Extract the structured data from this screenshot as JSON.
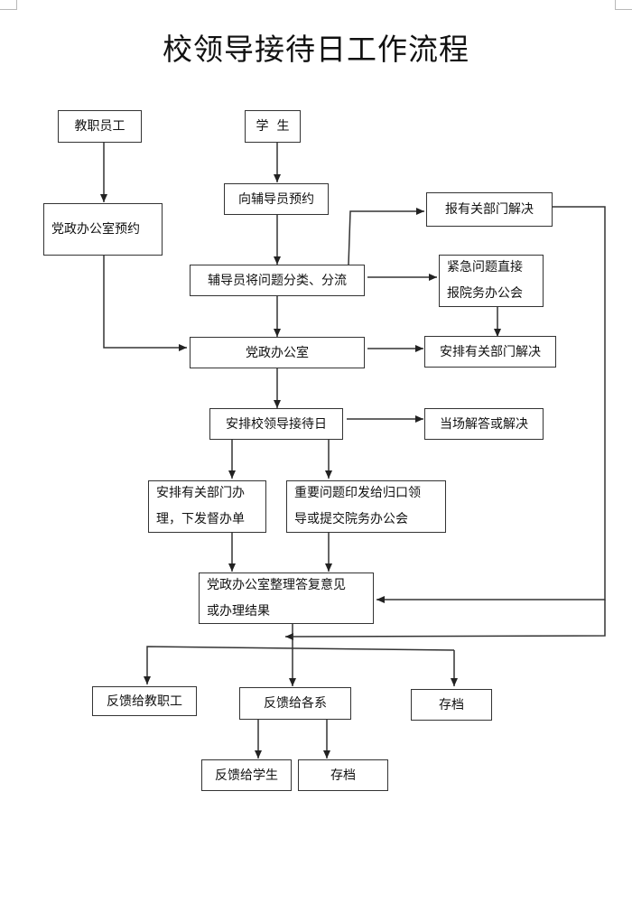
{
  "title": "校领导接待日工作流程",
  "nodes": {
    "staff": "教职员工",
    "student": "学  生",
    "office_appointment": "党政办公室预约",
    "counselor_appointment": "向辅导员预约",
    "counselor_classify": "辅导员将问题分类、分流",
    "report_department": "报有关部门解决",
    "urgent_line1": "紧急问题直接",
    "urgent_line2": "报院务办公会",
    "party_office": "党政办公室",
    "arrange_department": "安排有关部门解决",
    "arrange_reception_day": "安排校领导接待日",
    "on_site_answer": "当场解答或解决",
    "assign_line1": "安排有关部门办",
    "assign_line2": "理，下发督办单",
    "important_line1": "重要问题印发给归口领",
    "important_line2": "导或提交院务办公会",
    "compile_line1": "党政办公室整理答复意见",
    "compile_line2": "或办理结果",
    "feedback_staff": "反馈给教职工",
    "feedback_departments": "反馈给各系",
    "archive_1": "存档",
    "feedback_students": "反馈给学生",
    "archive_2": "存档"
  },
  "colors": {
    "line": "#333333",
    "border": "#333333",
    "background": "#ffffff"
  }
}
